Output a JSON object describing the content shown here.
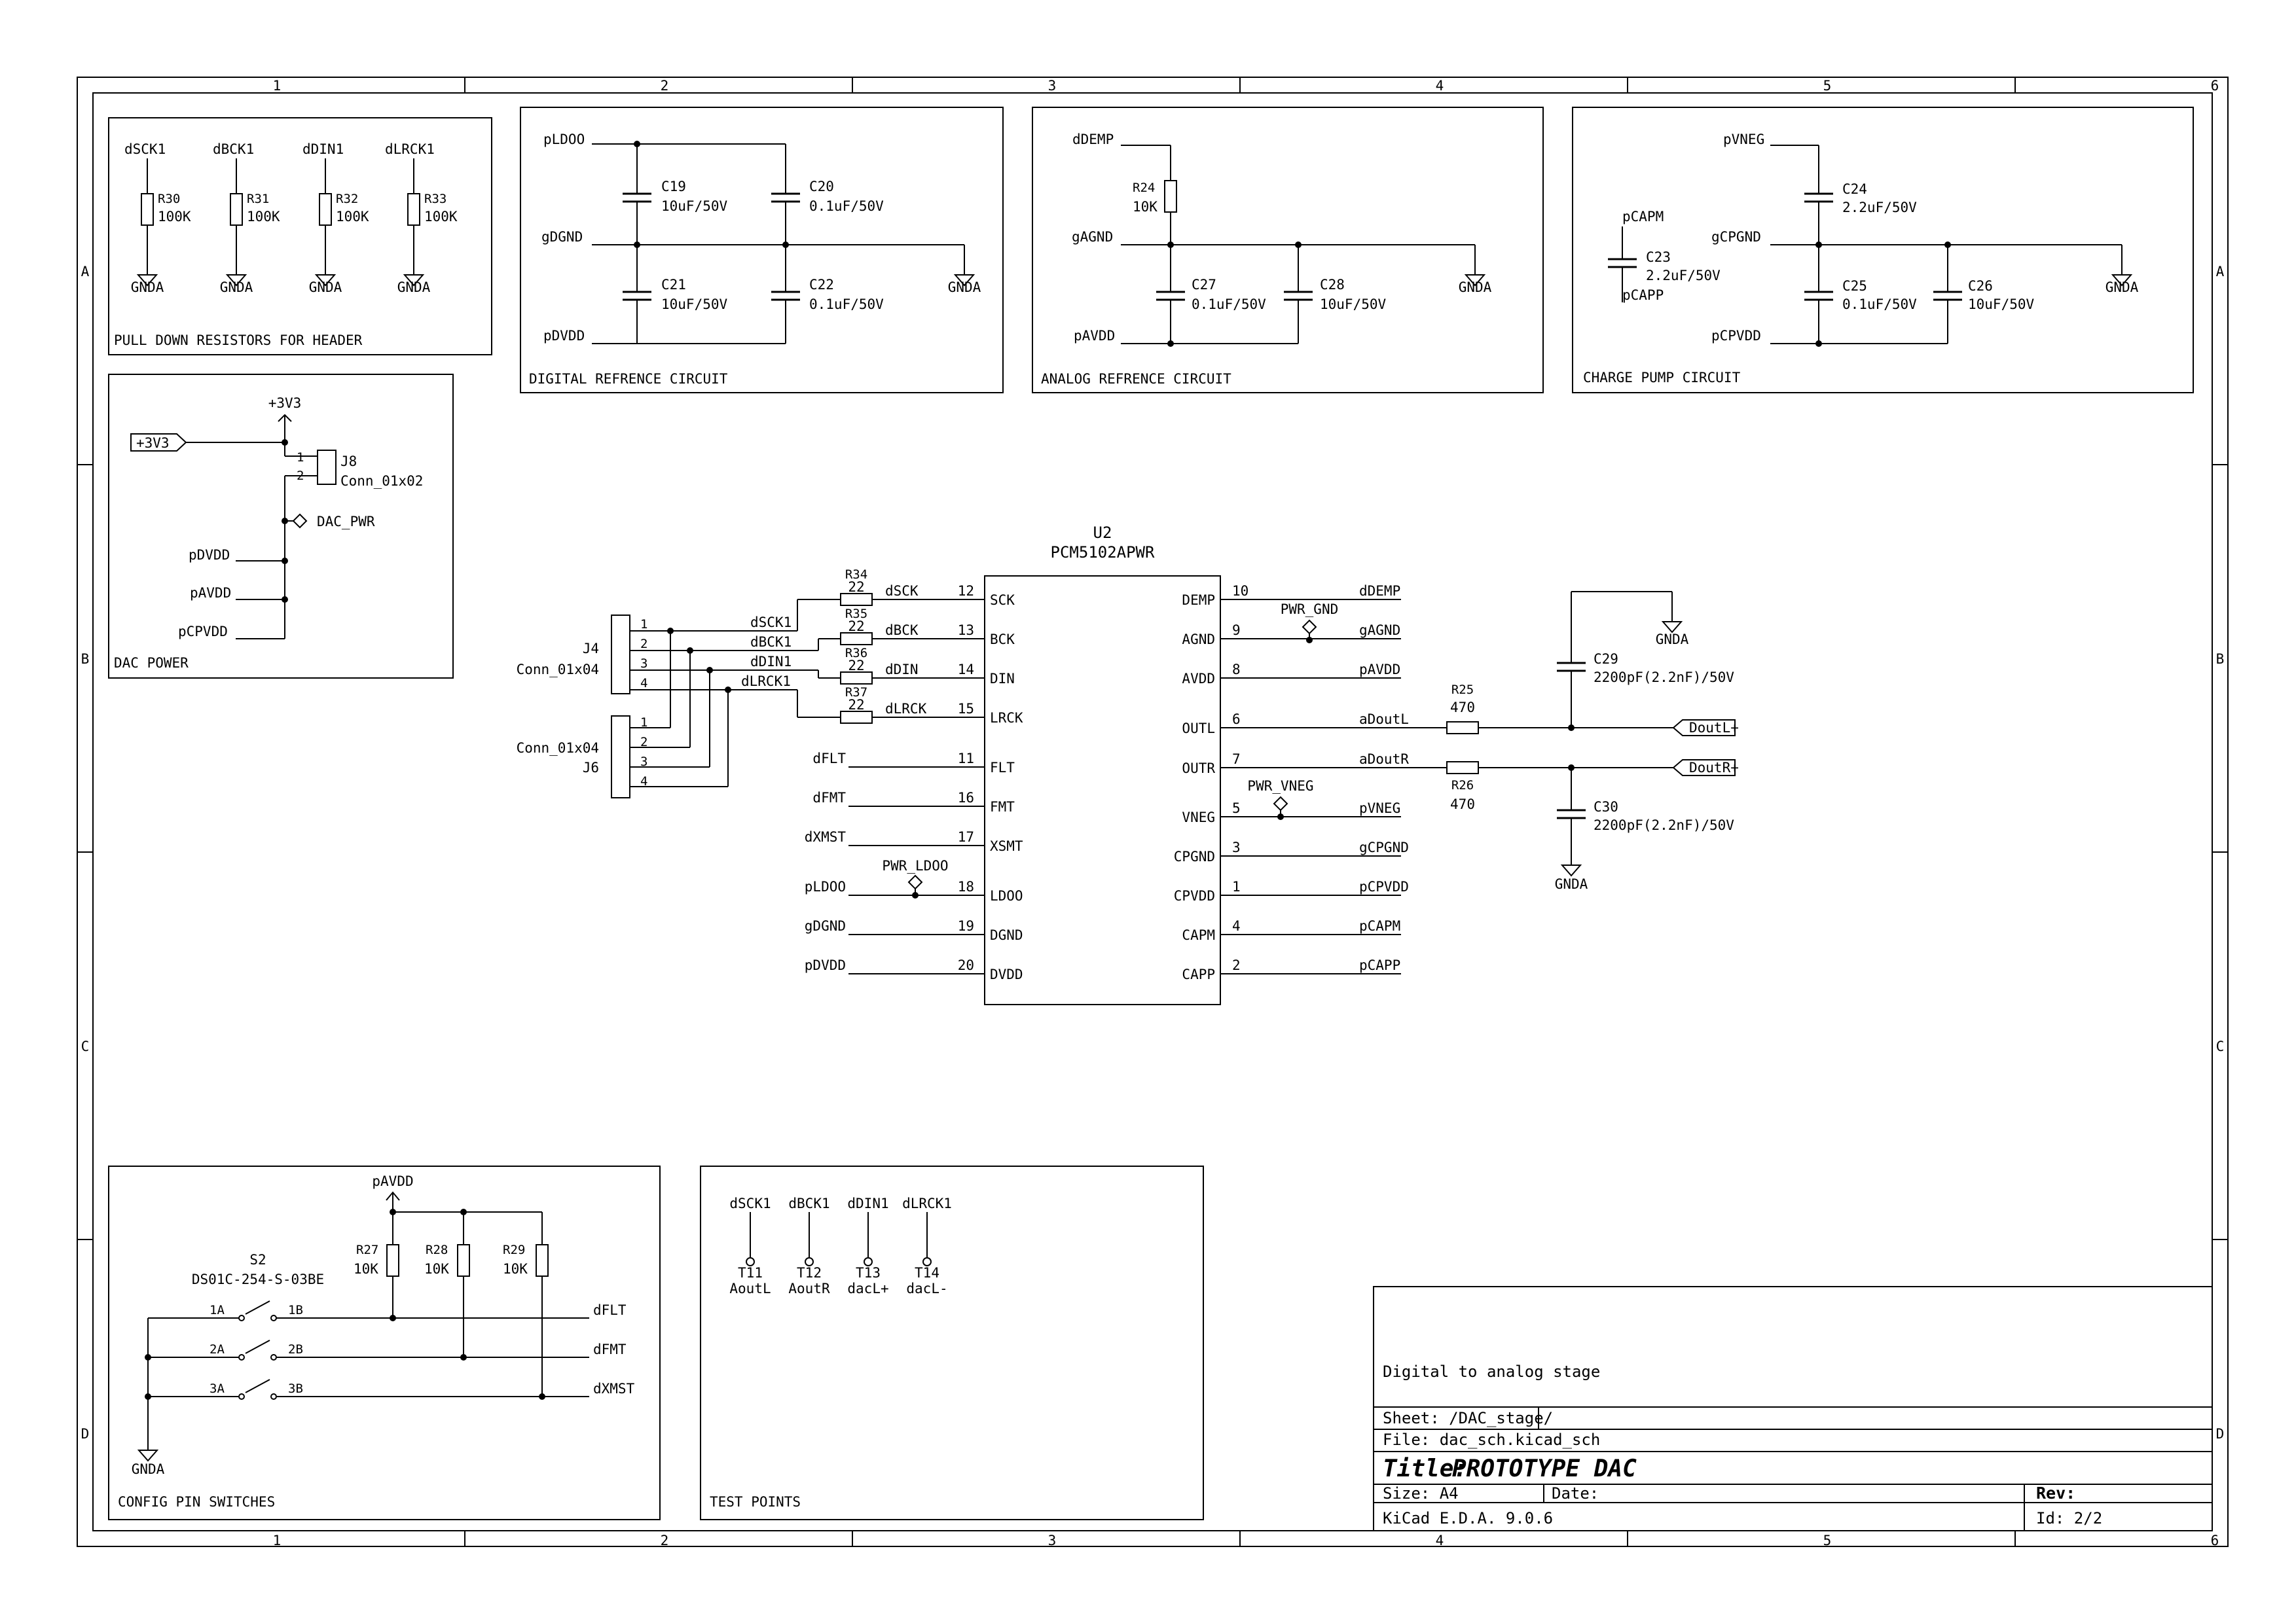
{
  "frame": {
    "columns": [
      "1",
      "2",
      "3",
      "4",
      "5",
      "6"
    ],
    "rows": [
      "A",
      "B",
      "C",
      "D"
    ]
  },
  "blocks": {
    "pulldown": {
      "title": "PULL DOWN RESISTORS FOR HEADER",
      "nets": [
        "dSCK1",
        "dBCK1",
        "dDIN1",
        "dLRCK1"
      ],
      "resistors": [
        {
          "ref": "R30",
          "value": "100K"
        },
        {
          "ref": "R31",
          "value": "100K"
        },
        {
          "ref": "R32",
          "value": "100K"
        },
        {
          "ref": "R33",
          "value": "100K"
        }
      ],
      "ground": "GNDA"
    },
    "digital_ref": {
      "title": "DIGITAL REFRENCE CIRCUIT",
      "nets": {
        "top": "pLDOO",
        "mid": "gDGND",
        "bot": "pDVDD",
        "gnd": "GNDA"
      },
      "caps": [
        {
          "ref": "C19",
          "value": "10uF/50V"
        },
        {
          "ref": "C20",
          "value": "0.1uF/50V"
        },
        {
          "ref": "C21",
          "value": "10uF/50V"
        },
        {
          "ref": "C22",
          "value": "0.1uF/50V"
        }
      ]
    },
    "analog_ref": {
      "title": "ANALOG REFRENCE CIRCUIT",
      "nets": {
        "top": "dDEMP",
        "mid": "gAGND",
        "bot": "pAVDD",
        "gnd": "GNDA"
      },
      "resistor": {
        "ref": "R24",
        "value": "10K"
      },
      "caps": [
        {
          "ref": "C27",
          "value": "0.1uF/50V"
        },
        {
          "ref": "C28",
          "value": "10uF/50V"
        }
      ]
    },
    "charge_pump": {
      "title": "CHARGE PUMP CIRCUIT",
      "nets": {
        "top": "pVNEG",
        "mid": "gCPGND",
        "bot": "pCPVDD",
        "capm": "pCAPM",
        "capp": "pCAPP",
        "gnd": "GNDA"
      },
      "caps": [
        {
          "ref": "C23",
          "value": "2.2uF/50V"
        },
        {
          "ref": "C24",
          "value": "2.2uF/50V"
        },
        {
          "ref": "C25",
          "value": "0.1uF/50V"
        },
        {
          "ref": "C26",
          "value": "10uF/50V"
        }
      ]
    },
    "dac_power": {
      "title": "DAC POWER",
      "rail": "+3V3",
      "port": "+3V3",
      "connector": {
        "ref": "J8",
        "value": "Conn_01x02",
        "pins": [
          "1",
          "2"
        ]
      },
      "flag": "DAC_PWR",
      "nets": [
        "pDVDD",
        "pAVDD",
        "pCPVDD"
      ]
    },
    "config": {
      "title": "CONFIG PIN SWITCHES",
      "rail": "pAVDD",
      "switch": {
        "ref": "S2",
        "value": "DS01C-254-S-03BE",
        "pins_a": [
          "1A",
          "2A",
          "3A"
        ],
        "pins_b": [
          "1B",
          "2B",
          "3B"
        ]
      },
      "resistors": [
        {
          "ref": "R27",
          "value": "10K"
        },
        {
          "ref": "R28",
          "value": "10K"
        },
        {
          "ref": "R29",
          "value": "10K"
        }
      ],
      "nets": [
        "dFLT",
        "dFMT",
        "dXMST"
      ],
      "ground": "GNDA"
    },
    "testpoints": {
      "title": "TEST POINTS",
      "points": [
        {
          "net": "dSCK1",
          "ref": "T11",
          "value": "AoutL"
        },
        {
          "net": "dBCK1",
          "ref": "T12",
          "value": "AoutR"
        },
        {
          "net": "dDIN1",
          "ref": "T13",
          "value": "dacL+"
        },
        {
          "net": "dLRCK1",
          "ref": "T14",
          "value": "dacL-"
        }
      ]
    }
  },
  "ic": {
    "ref": "U2",
    "part": "PCM5102APWR",
    "left_pins": [
      {
        "num": "12",
        "name": "SCK",
        "net": "dSCK"
      },
      {
        "num": "13",
        "name": "BCK",
        "net": "dBCK"
      },
      {
        "num": "14",
        "name": "DIN",
        "net": "dDIN"
      },
      {
        "num": "15",
        "name": "LRCK",
        "net": "dLRCK"
      },
      {
        "num": "11",
        "name": "FLT",
        "net": "dFLT"
      },
      {
        "num": "16",
        "name": "FMT",
        "net": "dFMT"
      },
      {
        "num": "17",
        "name": "XSMT",
        "net": "dXMST"
      },
      {
        "num": "18",
        "name": "LDOO",
        "net": "pLDOO"
      },
      {
        "num": "19",
        "name": "DGND",
        "net": "gDGND"
      },
      {
        "num": "20",
        "name": "DVDD",
        "net": "pDVDD"
      }
    ],
    "right_pins": [
      {
        "num": "10",
        "name": "DEMP",
        "net": "dDEMP"
      },
      {
        "num": "9",
        "name": "AGND",
        "net": "gAGND"
      },
      {
        "num": "8",
        "name": "AVDD",
        "net": "pAVDD"
      },
      {
        "num": "6",
        "name": "OUTL",
        "net": "aDoutL"
      },
      {
        "num": "7",
        "name": "OUTR",
        "net": "aDoutR"
      },
      {
        "num": "5",
        "name": "VNEG",
        "net": "pVNEG"
      },
      {
        "num": "3",
        "name": "CPGND",
        "net": "gCPGND"
      },
      {
        "num": "1",
        "name": "CPVDD",
        "net": "pCPVDD"
      },
      {
        "num": "4",
        "name": "CAPM",
        "net": "pCAPM"
      },
      {
        "num": "2",
        "name": "CAPP",
        "net": "pCAPP"
      }
    ],
    "flags": [
      "PWR_GND",
      "PWR_VNEG",
      "PWR_LDOO"
    ]
  },
  "inputs": {
    "series_resistors": [
      {
        "ref": "R34",
        "value": "22"
      },
      {
        "ref": "R35",
        "value": "22"
      },
      {
        "ref": "R36",
        "value": "22"
      },
      {
        "ref": "R37",
        "value": "22"
      }
    ],
    "header_nets": [
      "dSCK1",
      "dBCK1",
      "dDIN1",
      "dLRCK1"
    ],
    "j4": {
      "ref": "J4",
      "value": "Conn_01x04",
      "pins": [
        "1",
        "2",
        "3",
        "4"
      ]
    },
    "j6": {
      "ref": "J6",
      "value": "Conn_01x04",
      "pins": [
        "1",
        "2",
        "3",
        "4"
      ]
    }
  },
  "outputs": {
    "left": {
      "res": {
        "ref": "R25",
        "value": "470"
      },
      "cap": {
        "ref": "C29",
        "value": "2200pF(2.2nF)/50V"
      },
      "port": "DoutL+",
      "gnd": "GNDA"
    },
    "right": {
      "res": {
        "ref": "R26",
        "value": "470"
      },
      "cap": {
        "ref": "C30",
        "value": "2200pF(2.2nF)/50V"
      },
      "port": "DoutR+",
      "gnd": "GNDA"
    }
  },
  "title_block": {
    "comment": "Digital to analog stage",
    "sheet": "Sheet: /DAC_stage/",
    "file": "File: dac_sch.kicad_sch",
    "title_label": "Title:",
    "title": "PROTOTYPE DAC",
    "size": "Size: A4",
    "date": "Date:",
    "rev": "Rev:",
    "tool": "KiCad E.D.A. 9.0.6",
    "id": "Id: 2/2"
  }
}
